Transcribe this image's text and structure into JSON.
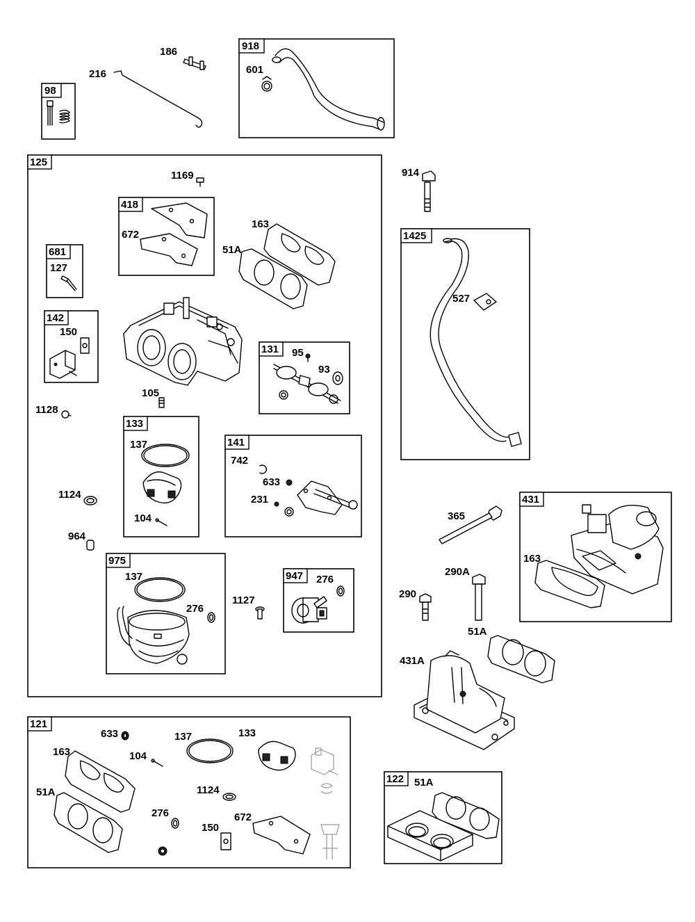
{
  "boxes": {
    "b98": "98",
    "b918": "918",
    "b125": "125",
    "b418": "418",
    "b681": "681",
    "b142": "142",
    "b131": "131",
    "b133": "133",
    "b141": "141",
    "b975": "975",
    "b947": "947",
    "b1425": "1425",
    "b431": "431",
    "b121": "121",
    "b122": "122"
  },
  "labels": {
    "l186": "186",
    "l216": "216",
    "l601": "601",
    "l1169": "1169",
    "l672a": "672",
    "l163a": "163",
    "l51Aa": "51A",
    "l127": "127",
    "l150a": "150",
    "l95": "95",
    "l93": "93",
    "l105": "105",
    "l1128": "1128",
    "l137a": "137",
    "l742": "742",
    "l633a": "633",
    "l231": "231",
    "l1124a": "1124",
    "l104a": "104",
    "l964": "964",
    "l137b": "137",
    "l276a": "276",
    "l1127": "1127",
    "l276b": "276",
    "l914": "914",
    "l527": "527",
    "l365": "365",
    "l163b": "163",
    "l290A": "290A",
    "l290": "290",
    "l51Ab": "51A",
    "l431A": "431A",
    "l633b": "633",
    "l137c": "137",
    "l133b": "133",
    "l163c": "163",
    "l104b": "104",
    "l51Ac": "51A",
    "l1124b": "1124",
    "l276c": "276",
    "l150b": "150",
    "l672b": "672",
    "l51Ad": "51A"
  }
}
